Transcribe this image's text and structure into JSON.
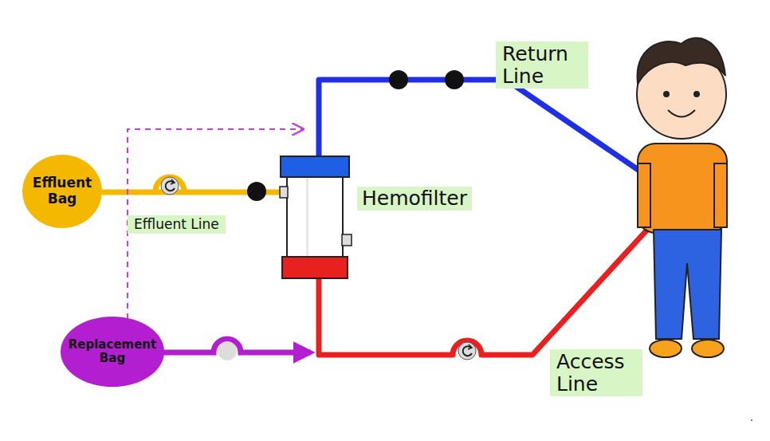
{
  "diagram": {
    "nodes": [
      {
        "text": [
          "Effluent Bag"
        ]
      },
      {
        "text": [
          "Hemofilter"
        ]
      },
      {
        "text": [
          "Replacement Bag"
        ]
      }
    ],
    "edges": [
      {
        "from": 1,
        "to": 0,
        "arrow": "none"
      }
    ],
    "labels": [
      "Return Line",
      "Effluent Line",
      "Access Line"
    ]
  }
}
